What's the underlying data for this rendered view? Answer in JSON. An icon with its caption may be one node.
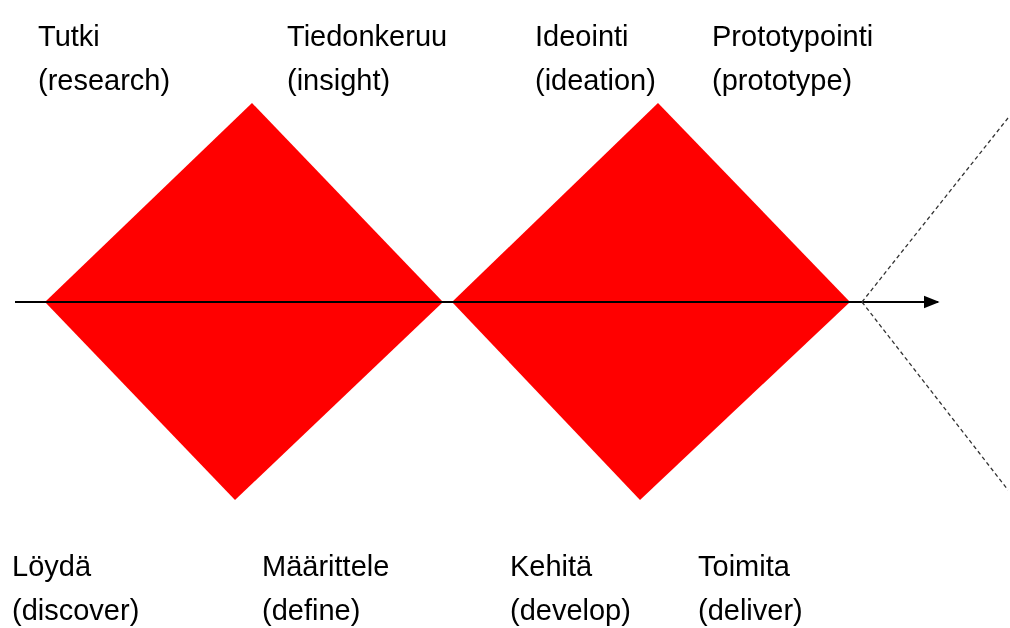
{
  "diagram": {
    "nodes": [
      {
        "text": [],
        "shape": "diamond"
      },
      {
        "text": [],
        "shape": "diamond"
      }
    ],
    "labels": [
      "Tutki (research)",
      "Tiedonkeruu (insight)",
      "Ideointi (ideation)",
      "Prototypointi (prototype)",
      "Löydä (discover)",
      "Määrittele (define)",
      "Kehitä (develop)",
      "Toimita (deliver)"
    ]
  }
}
